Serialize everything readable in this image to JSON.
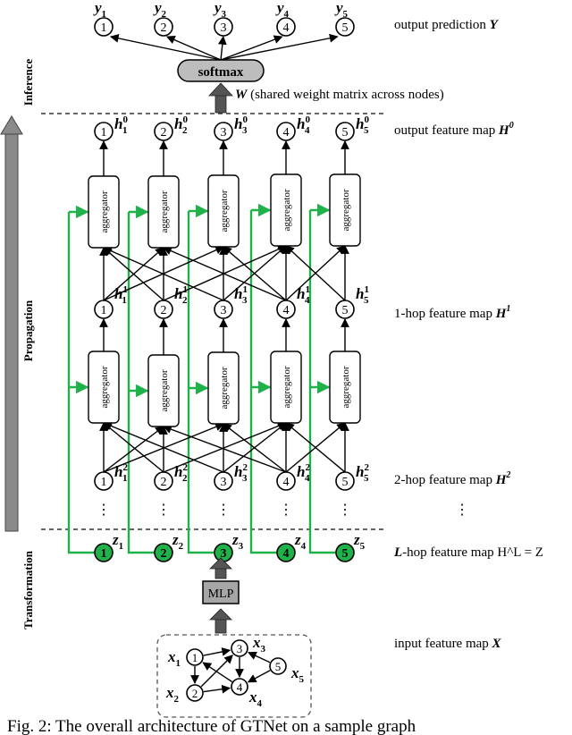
{
  "nodes": [
    "1",
    "2",
    "3",
    "4",
    "5"
  ],
  "output_labels": [
    "y1",
    "y2",
    "y3",
    "y4",
    "y5"
  ],
  "h0_labels": [
    "h1^0",
    "h2^0",
    "h3^0",
    "h4^0",
    "h5^0"
  ],
  "h1_labels": [
    "h1^1",
    "h2^1",
    "h3^1",
    "h4^1",
    "h5^1"
  ],
  "h2_labels": [
    "h1^2",
    "h2^2",
    "h3^2",
    "h4^2",
    "h5^2"
  ],
  "z_labels": [
    "z1",
    "z2",
    "z3",
    "z4",
    "z5"
  ],
  "x_labels": [
    "x1",
    "x2",
    "x3",
    "x4",
    "x5"
  ],
  "aggregator_label": "aggregator",
  "softmax_label": "softmax",
  "mlp_label": "MLP",
  "ellipsis": "⋮",
  "stage_labels": {
    "inference": "Inference",
    "propagation": "Propagation",
    "transformation": "Transformation"
  },
  "right_labels": {
    "output_prediction": "output prediction Y",
    "weight_matrix": "W (shared weight matrix across nodes)",
    "output_feature_map": "output feature map H^0",
    "hop1_feature_map": "1-hop feature map H^1",
    "hop2_feature_map": "2-hop feature map H^2",
    "hopL_feature_map": "L-hop feature map H^L = Z",
    "input_feature_map": "input feature map X"
  },
  "caption": "Fig. 2: The overall architecture of GTNet on a sample graph",
  "colors": {
    "green": "#1fb24a",
    "softmax_fill": "#bdbdbd",
    "mlp_fill": "#a6a6a6",
    "arrow_fill": "#555555"
  }
}
